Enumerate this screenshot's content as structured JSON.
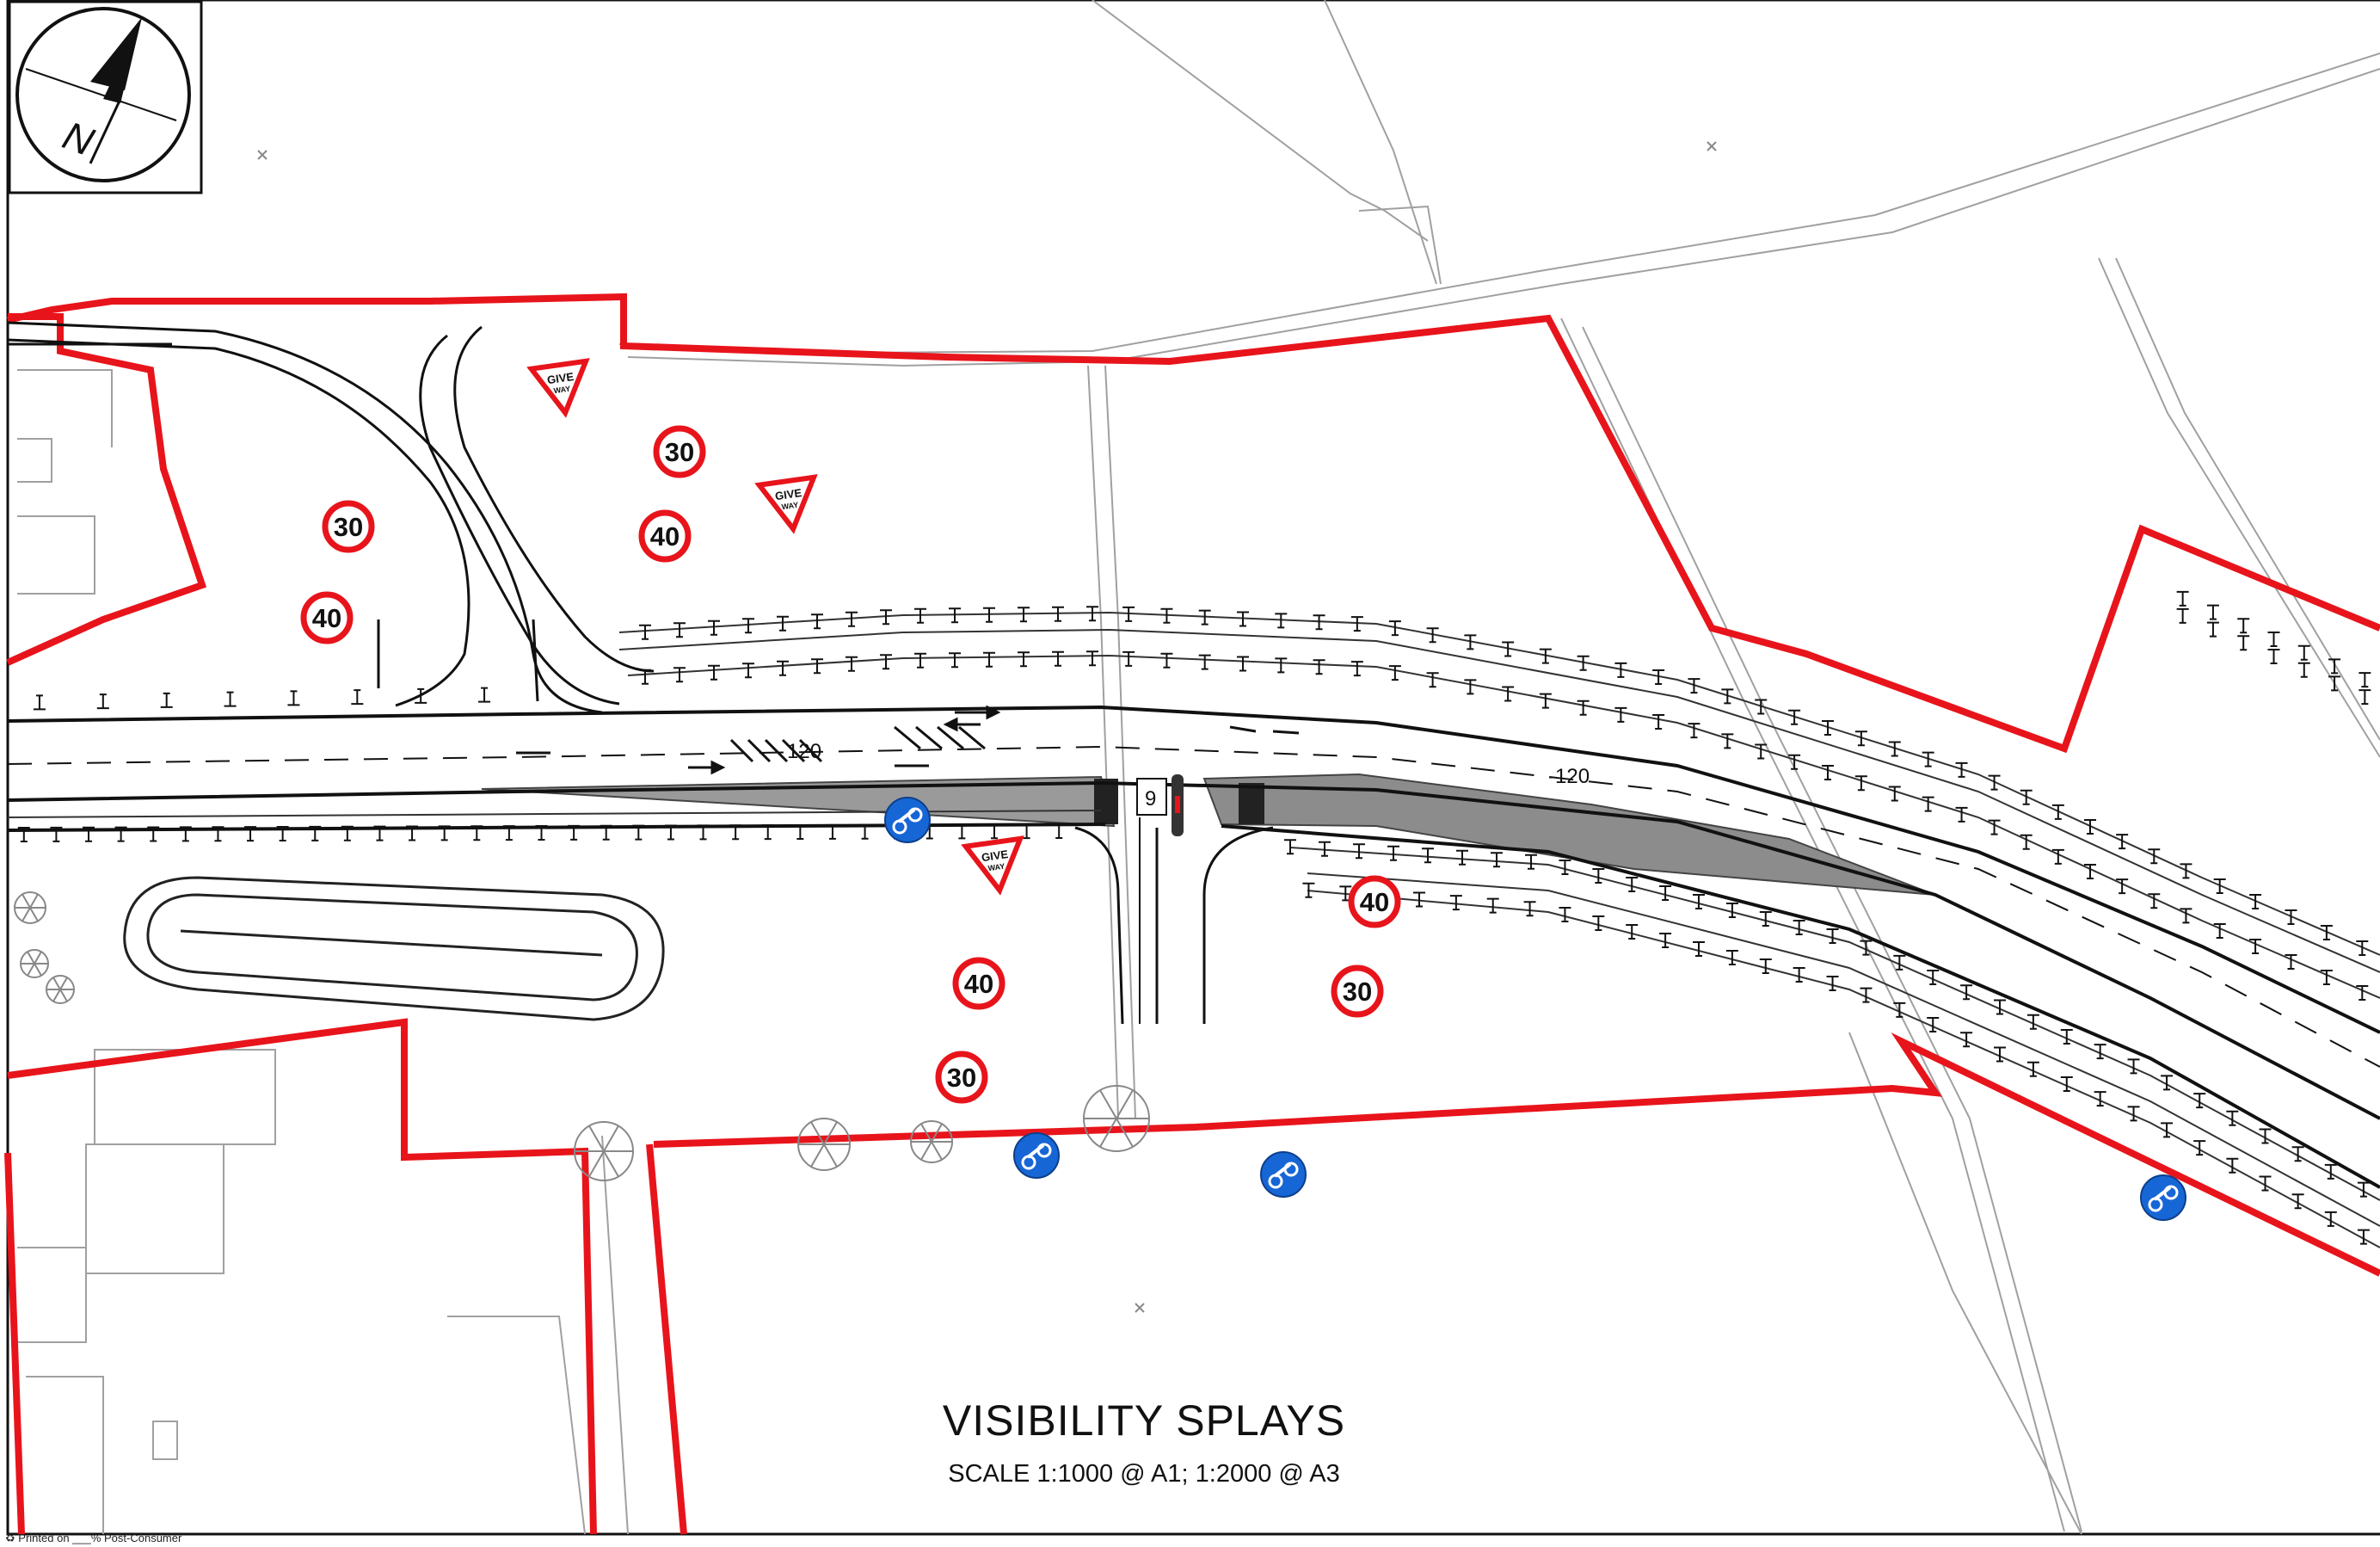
{
  "drawing": {
    "title": "VISIBILITY SPLAYS",
    "scale": "SCALE 1:1000 @ A1; 1:2000 @ A3",
    "footer": "Printed on ___% Post-Consumer",
    "north_label": "N"
  },
  "annotations": {
    "chainage_1": "120",
    "chainage_2": "-120",
    "splay_distance": "9"
  },
  "signs": {
    "give_way_line1": "GIVE",
    "give_way_line2": "WAY",
    "speed_30": "30",
    "speed_40": "40"
  },
  "colors": {
    "site_boundary": "#e8141b",
    "splay_fill": "#8c8c8c",
    "cycle_sign": "#1766d6",
    "road_line": "#111111",
    "context_line": "#9a9a9a"
  },
  "icons": {
    "compass": "north-arrow-icon",
    "cycle_route": "cycle-route-icon",
    "give_way": "give-way-sign-icon",
    "speed_limit": "speed-limit-sign-icon"
  }
}
